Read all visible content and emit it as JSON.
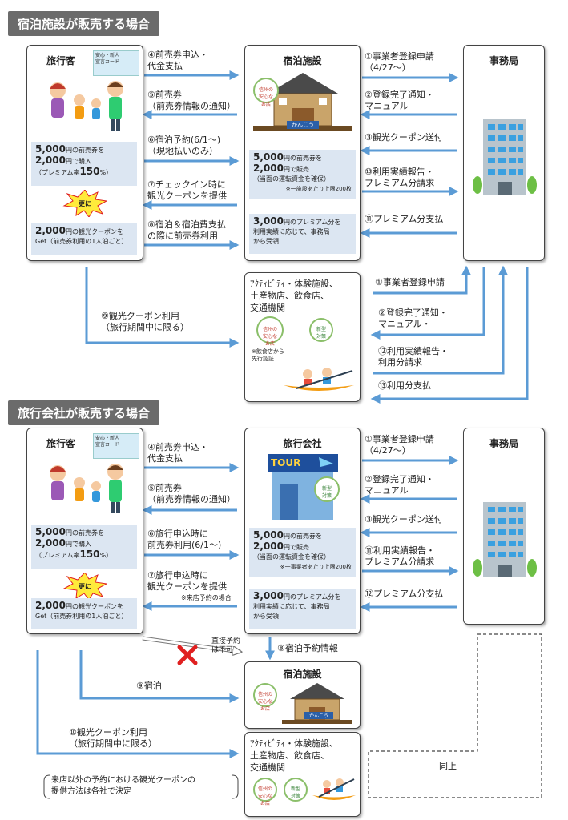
{
  "section1": {
    "header": "宿泊施設が販売する場合",
    "traveler": {
      "title": "旅行客",
      "card_text": "安心・新人\n宣言カード",
      "info1_price1": "5,000",
      "info1_text1": "円の前売券を",
      "info1_price2": "2,000",
      "info1_text2": "円で購入",
      "info1_text3": "（プレミアム率",
      "info1_rate": "150",
      "info1_text4": "%）",
      "sarani": "更に",
      "info2_price": "2,000",
      "info2_text1": "円の観光クーポンを",
      "info2_text2": "Get（前売券利用の1人泊ごと）"
    },
    "hotel": {
      "title": "宿泊施設",
      "building_sign": "かんこう",
      "info1_price1": "5,000",
      "info1_text1": "円の前売券を",
      "info1_price2": "2,000",
      "info1_text2": "円で販売",
      "info1_text3": "（当面の運転資金を確保）",
      "info1_note": "※一施設あたり上限200枚",
      "info2_price": "3,000",
      "info2_text1": "円のプレミアム分を",
      "info2_text2": "利用実績に応じて、事務局",
      "info2_text3": "から受領"
    },
    "office": {
      "title": "事務局"
    },
    "activity": {
      "title": "ｱｸﾃｨﾋﾞﾃｨ・体験施設、\n土産物店、飲食店、\n交通機関",
      "note": "※飲食店から\n先行認証"
    },
    "arrows": {
      "a4": "④前売券申込・\n代金支払",
      "a5": "⑤前売券\n（前売券情報の通知）",
      "a6": "⑥宿泊予約(6/1～)\n（現地払いのみ）",
      "a7": "⑦チェックイン時に\n観光クーポンを提供",
      "a8": "⑧宿泊＆宿泊費支払\nの際に前売券利用",
      "a1": "①事業者登録申請\n（4/27～）",
      "a2": "②登録完了通知・\nマニュアル",
      "a3": "③観光クーポン送付",
      "a10": "⑩利用実績報告・\nプレミアム分請求",
      "a11": "⑪プレミアム分支払",
      "b1": "①事業者登録申請",
      "b2": "②登録完了通知・\nマニュアル・",
      "b12": "⑫利用実績報告・\n利用分請求",
      "b13": "⑬利用分支払",
      "a9": "⑨観光クーポン利用\n（旅行期間中に限る）"
    }
  },
  "section2": {
    "header": "旅行会社が販売する場合",
    "traveler": {
      "title": "旅行客",
      "card_text": "安心・新人\n宣言カード",
      "info1_price1": "5,000",
      "info1_text1": "円の前売券を",
      "info1_price2": "2,000",
      "info1_text2": "円で購入",
      "info1_text3": "（プレミアム率",
      "info1_rate": "150",
      "info1_text4": "%）",
      "sarani": "更に",
      "info2_price": "2,000",
      "info2_text1": "円の観光クーポンを",
      "info2_text2": "Get（前売券利用の1人泊ごと）"
    },
    "agency": {
      "title": "旅行会社",
      "tour_sign": "TOUR",
      "info1_price1": "5,000",
      "info1_text1": "円の前売券を",
      "info1_price2": "2,000",
      "info1_text2": "円で販売",
      "info1_text3": "（当面の運転資金を確保）",
      "info1_note": "※一事業者あたり上限200枚",
      "info2_price": "3,000",
      "info2_text1": "円のプレミアム分を",
      "info2_text2": "利用実績に応じて、事務局",
      "info2_text3": "から受領"
    },
    "office": {
      "title": "事務局"
    },
    "hotel": {
      "title": "宿泊施設",
      "building_sign": "かんこう"
    },
    "activity": {
      "title": "ｱｸﾃｨﾋﾞﾃｨ・体験施設、\n土産物店、飲食店、\n交通機関"
    },
    "arrows": {
      "a4": "④前売券申込・\n代金支払",
      "a5": "⑤前売券\n（前売券情報の通知）",
      "a6": "⑥旅行申込時に\n前売券利用(6/1～)",
      "a7": "⑦旅行申込時に\n観光クーポンを提供",
      "a7_note": "※来店予約の場合",
      "a1": "①事業者登録申請\n（4/27～）",
      "a2": "②登録完了通知・\nマニュアル",
      "a3": "③観光クーポン送付",
      "a11": "⑪利用実績報告・\nプレミアム分請求",
      "a12": "⑫プレミアム分支払",
      "direct": "直接予約\nは不可",
      "a8": "⑧宿泊予約情報",
      "a9": "⑨宿泊",
      "a10": "⑩観光クーポン利用\n（旅行期間中に限る）",
      "same": "同上"
    },
    "footnote": "来店以外の予約における観光クーポンの\n提供方法は各社で決定"
  },
  "colors": {
    "arrow": "#5b9bd5",
    "header_bg": "#6b6b6b",
    "info_bg": "#dce6f2",
    "cross": "#e02020"
  }
}
